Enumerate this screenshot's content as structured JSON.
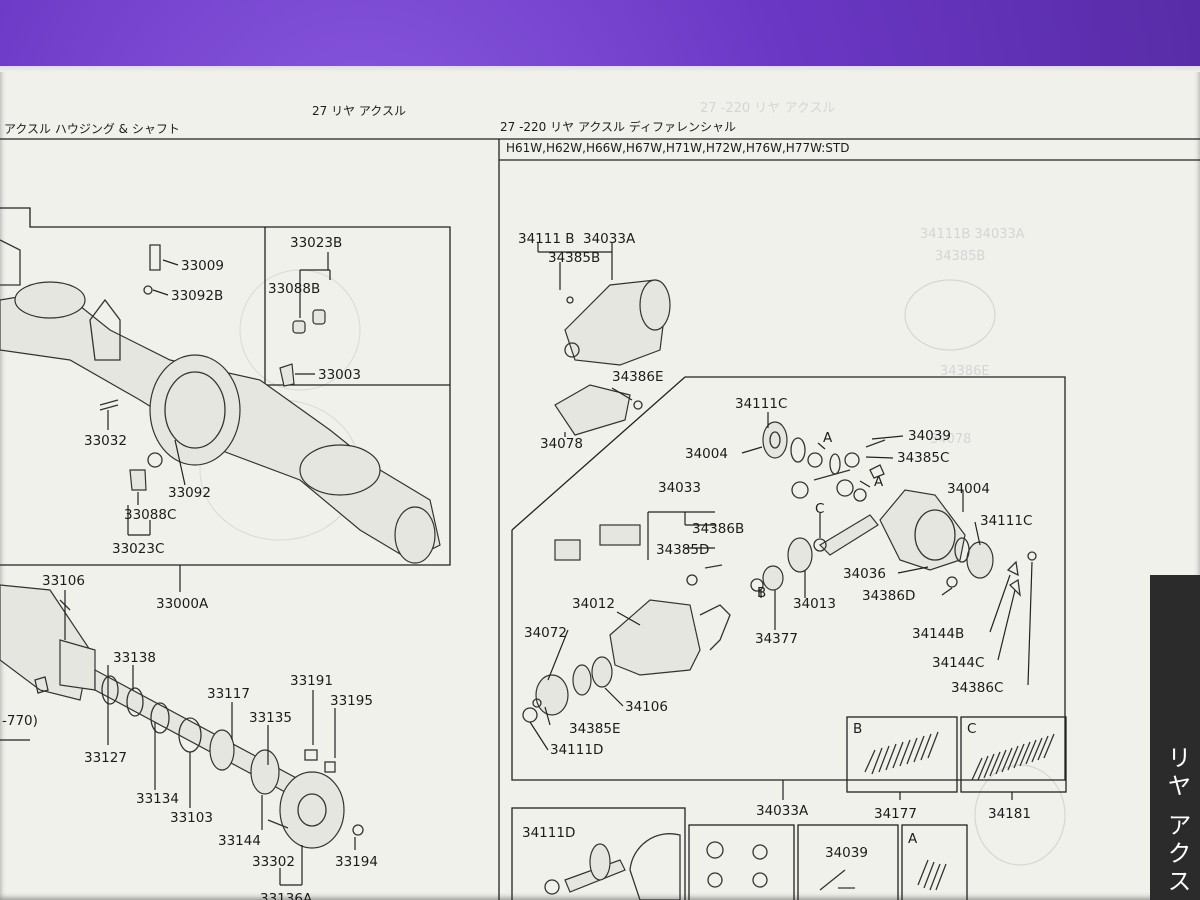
{
  "header": {
    "section_title": "27 リヤ アクスル",
    "left_title": "アクスル ハウジング & シャフト",
    "right_title": "27 -220 リヤ アクスル ディファレンシャル",
    "models": "H61W,H62W,H66W,H67W,H71W,H72W,H76W,H77W:STD"
  },
  "left_parts": {
    "p33023B": "33023B",
    "p33009": "33009",
    "p33092B": "33092B",
    "p33088B": "33088B",
    "p33003": "33003",
    "p33032": "33032",
    "p33092": "33092",
    "p33088C": "33088C",
    "p33023C": "33023C",
    "p33000A": "33000A",
    "p33106": "33106",
    "p33138": "33138",
    "p770": "-770)",
    "p33127": "33127",
    "p33117": "33117",
    "p33191": "33191",
    "p33135": "33135",
    "p33195": "33195",
    "p33134": "33134",
    "p33103": "33103",
    "p33144": "33144",
    "p33302": "33302",
    "p33194": "33194",
    "p33136A": "33136A"
  },
  "right_parts": {
    "p34111B": "34111 B",
    "p34033A_top": "34033A",
    "p34385B": "34385B",
    "p34386E": "34386E",
    "p34078": "34078",
    "p34111C_top": "34111C",
    "p34039": "34039",
    "p34004_l": "34004",
    "a1": "A",
    "p34385C": "34385C",
    "a2": "A",
    "p34033": "34033",
    "p34004_r": "34004",
    "p34386B": "34386B",
    "c1": "C",
    "p34111C_r": "34111C",
    "p34385D": "34385D",
    "p34012": "34012",
    "b1": "B",
    "p34013": "34013",
    "p34036": "34036",
    "p34386D": "34386D",
    "p34072": "34072",
    "p34377": "34377",
    "p34144B": "34144B",
    "p34144C": "34144C",
    "p34386C": "34386C",
    "p34106": "34106",
    "p34385E": "34385E",
    "p34111D": "34111D",
    "box_b": "B",
    "box_c": "C",
    "p34033A_bot": "34033A",
    "p34177": "34177",
    "p34181": "34181",
    "p34111D_bot": "34111D",
    "p34039_bot": "34039",
    "box_a": "A"
  },
  "side_tab": {
    "text": "リヤ アクス"
  }
}
